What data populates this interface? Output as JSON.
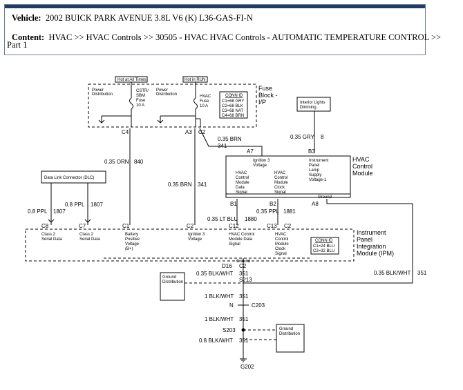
{
  "header": {
    "vehicle_label": "Vehicle:",
    "vehicle_value": "2002 BUICK PARK AVENUE 3.8L V6 (K) L36-GAS-FI-N",
    "content_label": "Content:",
    "content_value": "HVAC >> HVAC Controls >> 30505 - HVAC HVAC Controls - AUTOMATIC TEMPERATURE CONTROL >>",
    "content_cont": "Part 1"
  },
  "diagram": {
    "hot_all_times": "Hot at All Times",
    "hot_in_run": "Hot in RUN",
    "power_dist_1a": "Power",
    "power_dist_1b": "Distribution",
    "cstr_1": "CSTR/",
    "cstr_2": "SBM",
    "cstr_3": "Fuse",
    "cstr_4": "10 A",
    "power_dist_2a": "Power",
    "power_dist_2b": "Distribution",
    "hvac_fuse_1": "HVAC",
    "hvac_fuse_2": "Fuse",
    "hvac_fuse_3": "10 A",
    "conn_id_1": "CONN ID",
    "conn_id_1_rows": [
      "C1=68 GRY",
      "C2=68 BLK",
      "C3=68 NAT",
      "C4=68 BRN"
    ],
    "fuse_block_1": "Fuse",
    "fuse_block_2": "Block -",
    "fuse_block_3": "I/P",
    "interior_lights_1": "Interior Lights",
    "interior_lights_2": "Dimming",
    "pin_c4": "C4",
    "pin_a3": "A3",
    "pin_c2_fb": "C2",
    "wire_035_brn": "0.35 BRN",
    "circuit_341": "341",
    "pin_a7": "A7",
    "wire_035_gry": "0.35 GRY",
    "circuit_8": "8",
    "pin_b3": "B3",
    "hvac_module_1": "HVAC",
    "hvac_module_2": "Control",
    "hvac_module_3": "Module",
    "ign3_1": "Ignition 3",
    "ign3_2": "Voltage",
    "hvac_data_lines": [
      "HVAC",
      "Control",
      "Module",
      "Data",
      "Signal"
    ],
    "hvac_clock_lines": [
      "HVAC",
      "Control",
      "Module",
      "Clock",
      "Signal"
    ],
    "ip_lamp_lines": [
      "Instrument",
      "Panel",
      "Lamp",
      "Supply",
      "Voltage-1"
    ],
    "ground_label": "Ground",
    "wire_035_orn_840": "0.35 ORN",
    "circuit_840": "840",
    "dlc_label": "Data Link Connector (DLC)",
    "wire_035_brn_341": "0.35 BRN",
    "circuit_341b": "341",
    "pin_b1": "B1",
    "pin_b2": "B2",
    "wire_035_ppl_1881": "0.35 PPL",
    "circuit_1881": "1881",
    "pin_a8": "A8",
    "wire_08_ppl_1807a": "0.8 PPL",
    "circuit_1807a": "1807",
    "wire_08_ppl_1807b": "0.8 PPL",
    "circuit_1807b": "1807",
    "wire_035_ltblu": "0.35 LT BLU",
    "circuit_1880": "1880",
    "pin_c8": "C8",
    "pin_c7": "C7",
    "pin_c1": "C1",
    "pin_c2_ipm": "C2",
    "pin_c12": "C12",
    "pin_c13": "C13",
    "pin_c2b": "C2",
    "class2_a_1": "Class 2",
    "class2_a_2": "Serial Data",
    "class2_b_1": "Class 2",
    "class2_b_2": "Serial Data",
    "battery_lines": [
      "Battery",
      "Positive",
      "Voltage",
      "(B+)"
    ],
    "ign3b_1": "Ignition 3",
    "ign3b_2": "Voltage",
    "hvac_data2_lines": [
      "HVAC Control",
      "Module Data",
      "Signal"
    ],
    "hvac_clock2_lines": [
      "HVAC",
      "Control",
      "Module",
      "Clock",
      "Signal"
    ],
    "conn_id_2": "CONN ID",
    "conn_id_2_rows": [
      "C1=24 BLU",
      "C2=32 BLU"
    ],
    "ipm_1": "Instrument",
    "ipm_2": "Panel",
    "ipm_3": "Integration",
    "ipm_4": "Module (IPM)",
    "ground_ipm": "Ground",
    "pin_d16": "D16",
    "pin_c2c": "C2",
    "wire_035_blkwht_a": "0.35 BLK/WHT",
    "circuit_351a": "351",
    "splice_s213": "S213",
    "wire_035_blkwht_right": "0.35 BLK/WHT",
    "circuit_351_right": "351",
    "ground_dist_1a": "Ground",
    "ground_dist_1b": "Distribution",
    "wire_1_blkwht_a": "1 BLK/WHT",
    "circuit_351b": "351",
    "pin_n": "N",
    "conn_c203": "C203",
    "wire_1_blkwht_b": "1 BLK/WHT",
    "circuit_351c": "351",
    "splice_s203": "S203",
    "ground_dist_2a": "Ground",
    "ground_dist_2b": "Distribution",
    "wire_08_blkwht": "0.8 BLK/WHT",
    "circuit_351d": "351",
    "ground_g202": "G202"
  }
}
